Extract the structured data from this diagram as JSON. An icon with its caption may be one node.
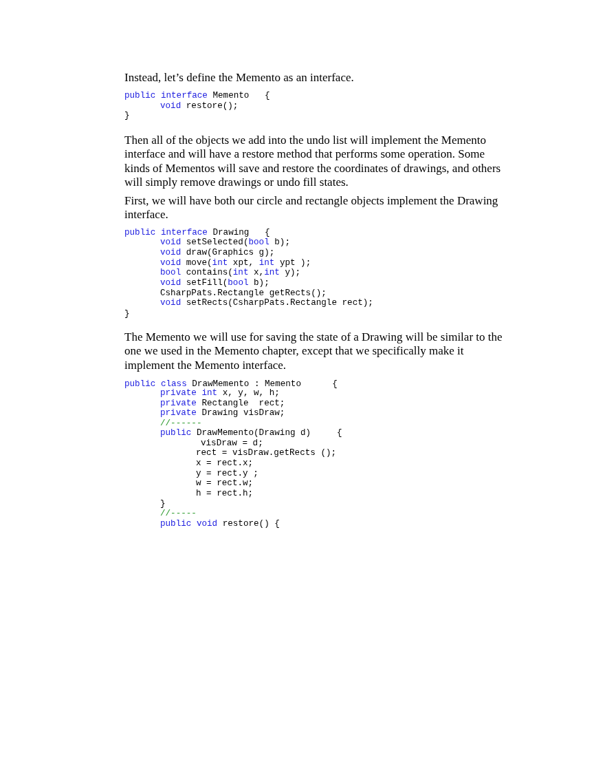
{
  "diagram": {
    "labels": [
      "Instead, let’s define the Memento as an interface.",
      "public interface Memento   {",
      "void restore();",
      "}",
      "Then all of the objects we add into the undo list will implement the Memento interface and will have a restore method that performs some operation. Some kinds of Mementos will save and restore the coordinates of drawings, and others will simply remove drawings or undo fill states.",
      "First, we will have both our circle and rectangle objects implement the Drawing interface.",
      "public interface Drawing   {",
      "void setSelected(bool b);",
      "void draw(Graphics g);",
      "void move(int xpt, int ypt );",
      "bool contains(int x,int y);",
      "void setFill(bool b);",
      "CsharpPats.Rectangle getRects();",
      "void setRects(CsharpPats.Rectangle rect);",
      "}",
      "The Memento we will use for saving the state of a Drawing will be similar to the one we used in the Memento chapter, except that we specifically make it implement the Memento interface.",
      "public class DrawMemento : Memento      {",
      "private int x, y, w, h;",
      "private Rectangle  rect;",
      "private Drawing visDraw;",
      "//------",
      "public DrawMemento(Drawing d)     {",
      "visDraw = d;",
      "rect = visDraw.getRects ();",
      "x = rect.x;",
      "y = rect.y ;",
      "w = rect.w;",
      "h = rect.h;",
      "}",
      "//-----",
      "public void restore() {"
    ]
  }
}
